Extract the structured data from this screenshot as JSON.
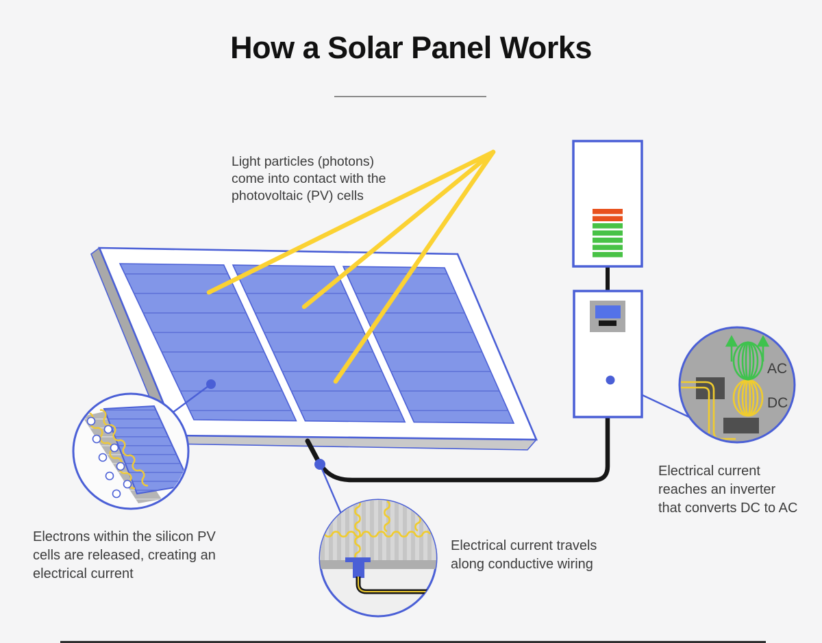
{
  "title": "How a Solar Panel Works",
  "steps": {
    "photons": {
      "lines": [
        "Light particles (photons)",
        "come into contact with the",
        "photovoltaic (PV) cells"
      ]
    },
    "electrons": {
      "lines": [
        "Electrons within the silicon PV",
        "cells are released, creating an",
        "electrical current"
      ]
    },
    "wiring": {
      "lines": [
        "Electrical current travels",
        "along conductive wiring"
      ]
    },
    "inverter": {
      "lines": [
        "Electrical current",
        "reaches an inverter",
        "that converts DC to AC"
      ]
    }
  },
  "inverter_detail": {
    "ac_label": "AC",
    "dc_label": "DC"
  },
  "colors": {
    "accent_blue": "#4a5fd6",
    "panel_cell_blue": "#8296e8",
    "sun_ray_yellow": "#fbd233",
    "bar_green": "#48c246",
    "bar_orange": "#e8511d",
    "wire_black": "#161616"
  }
}
